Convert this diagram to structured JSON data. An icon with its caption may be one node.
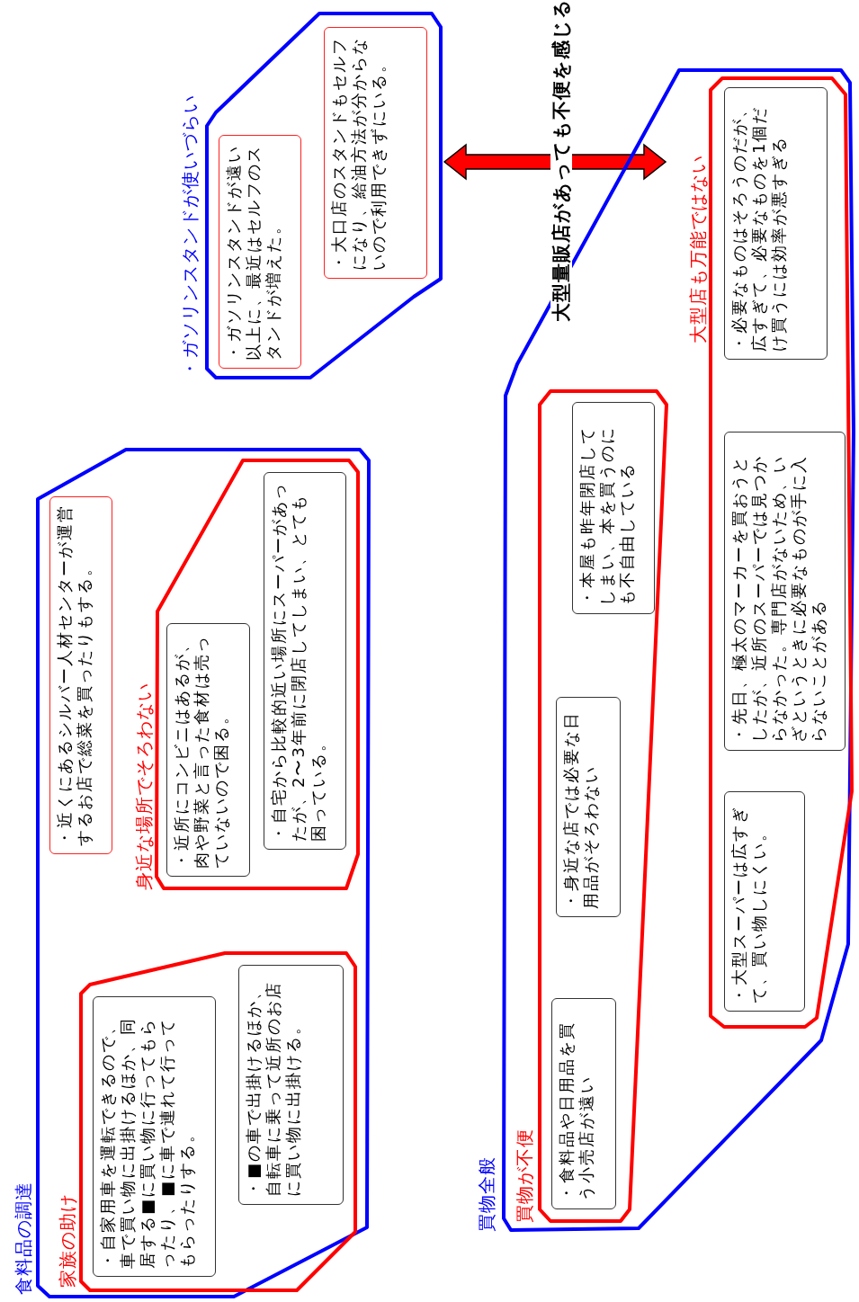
{
  "diagram": {
    "nodes": [
      {
        "text": [
          "食料品の調達"
        ]
      },
      {
        "text": [
          "・近くにあるシルバー人材センターが運営するお店で総菜を買ったりもする。"
        ],
        "in": 0
      },
      {
        "text": [
          "身近な場所でそろわない"
        ],
        "in": 0
      },
      {
        "text": [
          "・近所にコンビニはあるが、肉や野菜と言った食材は売っていないので困る。"
        ],
        "in": 2
      },
      {
        "text": [
          "・自宅から比較的近い場所にスーパーがあったが、2〜3年前に閉店してしまい、とても困っている。"
        ],
        "in": 2
      },
      {
        "text": [
          "家族の助け"
        ],
        "in": 0
      },
      {
        "text": [
          "・自家用車を運転できるので、車で買い物に出掛けるほか、同居する■に買い物に行ってもらったり、■に車で連れて行ってもらったりする。"
        ],
        "in": 5
      },
      {
        "text": [
          "・■の車で出掛けるほか、自転車に乗って近所のお店に買い物に出掛ける。"
        ],
        "in": 5
      },
      {
        "text": [
          "・ガソリンスタンドが使いづらい"
        ]
      },
      {
        "text": [
          "・ガソリンスタンドが遠い以上に、最近はセルフのスタンドが増えた。"
        ],
        "in": 8
      },
      {
        "text": [
          "・大口店のスタンドもセルフになり、給油方法が分からないので利用できずにいる。"
        ],
        "in": 8
      },
      {
        "text": [
          "買物全般"
        ]
      },
      {
        "text": [
          "買物が不便"
        ],
        "in": 11
      },
      {
        "text": [
          "・食料品や日用品を買う小売店が遠い"
        ],
        "in": 12
      },
      {
        "text": [
          "・身近な店では必要な日用品がそろわない"
        ],
        "in": 12
      },
      {
        "text": [
          "・本屋も昨年閉店してしまい、本を買うのにも不自由している"
        ],
        "in": 12
      },
      {
        "text": [
          "大型店も万能ではない"
        ],
        "in": 11
      },
      {
        "text": [
          "・必要なものはそろうのだが、広すぎて、必要なものを1個だけ買うには効率が悪すぎる"
        ],
        "in": 16
      },
      {
        "text": [
          "・先日、極太のマーカーを買おうとしたが、近所のスーパーでは見つからなかった。専門店がないため、いざというときに必要なものが手に入らないことがある"
        ],
        "in": 16
      },
      {
        "text": [
          "・大型スーパーは広すぎて、買い物しにくい。"
        ],
        "in": 16
      }
    ],
    "edges": [
      {
        "from": 8,
        "to": 11,
        "arrow": "both",
        "label": "大型量販店があっても不便を感じる"
      }
    ]
  }
}
